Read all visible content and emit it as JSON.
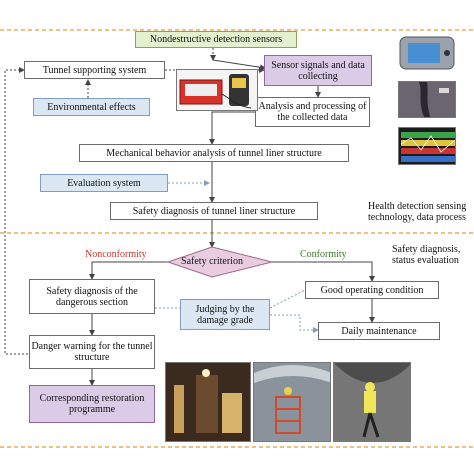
{
  "boxes": {
    "sensors": "Nondestructive detection sensors",
    "tunnel_system": "Tunnel supporting system",
    "signals": "Sensor signals and data collecting",
    "environmental": "Environmental effects",
    "analysis": "Analysis and processing of the collected data",
    "mechanical": "Mechanical behavior analysis of tunnel liner structure",
    "evaluation": "Evaluation system",
    "safety_diag": "Safety diagnosis of tunnel liner structure",
    "criterion": "Safety criterion",
    "dangerous": "Safety diagnosis of the dangerous section",
    "good": "Good operating condition",
    "judging": "Judging by the damage grade",
    "daily": "Daily maintenance",
    "warning": "Danger warning for the tunnel structure",
    "restoration": "Corresponding restoration programme"
  },
  "labels": {
    "nonconformity": "Nonconformity",
    "conformity": "Conformity",
    "health": "Health detection sensing technology, data process",
    "status": "Safety diagnosis, status evaluation"
  },
  "colors": {
    "green_fill": "#e3efcf",
    "blue_fill": "#dbe8f3",
    "purple_fill": "#dccbe6",
    "criterion_fill": "#e8cde0",
    "nonconformity": "#c0392b",
    "conformity": "#3d7a2a",
    "divider": "#e69a3c"
  }
}
